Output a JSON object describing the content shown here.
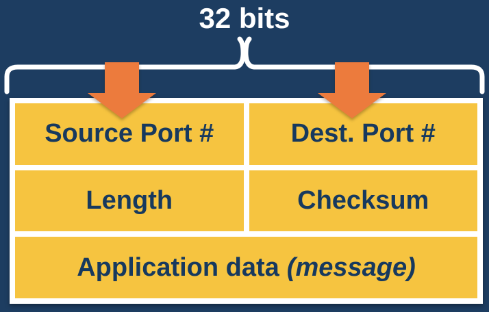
{
  "title": "32 bits",
  "colors": {
    "background": "#1d3d61",
    "cell_fill": "#f6c440",
    "cell_text": "#17395e",
    "arrow": "#ec7b3d",
    "outline": "#ffffff"
  },
  "segment_table": {
    "rows": [
      {
        "cells": [
          {
            "label": "Source Port #"
          },
          {
            "label": "Dest. Port #"
          }
        ]
      },
      {
        "cells": [
          {
            "label": "Length"
          },
          {
            "label": "Checksum"
          }
        ]
      },
      {
        "cells": [
          {
            "label": "Application data",
            "label_em": "(message)"
          }
        ]
      }
    ]
  }
}
